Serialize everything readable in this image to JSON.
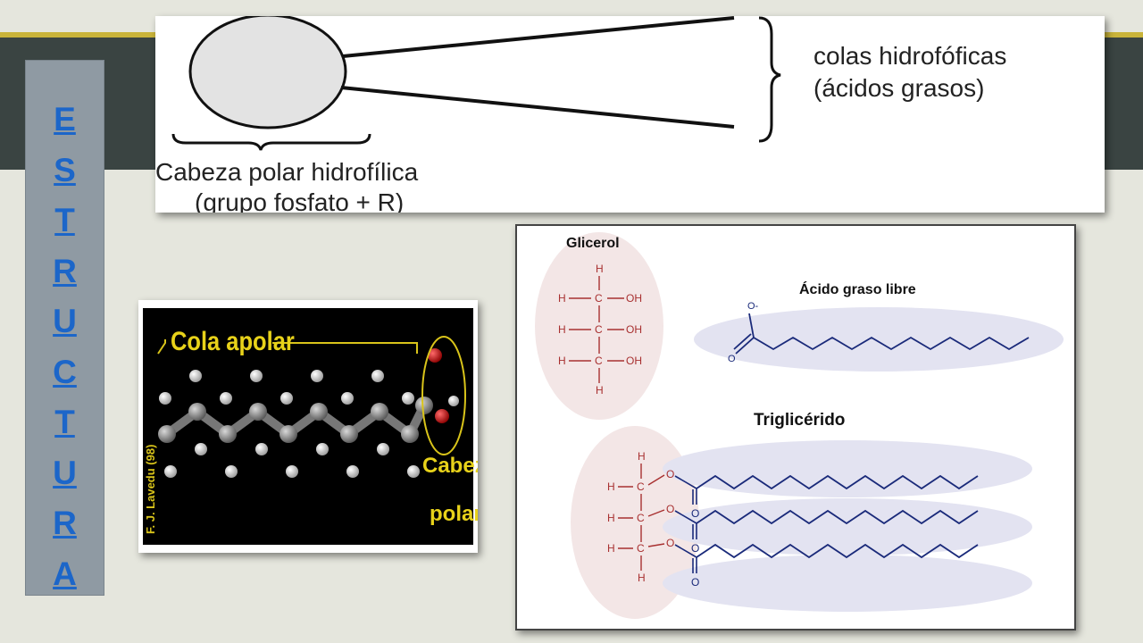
{
  "title_letters": [
    "E",
    "S",
    "T",
    "R",
    "U",
    "C",
    "T",
    "U",
    "R",
    "A"
  ],
  "phospholipid": {
    "tails_label_1": "colas hidrofóficas",
    "tails_label_2": "(ácidos grasos)",
    "head_label_1": "Cabeza polar hidrofílica",
    "head_label_2": "(grupo fosfato + R)"
  },
  "molecule": {
    "cola_label": "Cola apolar",
    "cabeza_label_1": "Cabeza",
    "cabeza_label_2": "polar",
    "credit": "F. J. Lavedu (98)"
  },
  "chemistry": {
    "glicerol_title": "Glicerol",
    "acido_title": "Ácido graso libre",
    "trigliceride_title": "Triglicérido",
    "atom_H": "H",
    "atom_C": "C",
    "group_OH": "OH",
    "atom_O": "O",
    "o_minus": "O-"
  },
  "colors": {
    "accent_blue": "#1c66c9",
    "chain_navy": "#1a2a7a",
    "glycerol_red": "#a83030",
    "band": "#3a4442",
    "band_line": "#c9b43a"
  }
}
